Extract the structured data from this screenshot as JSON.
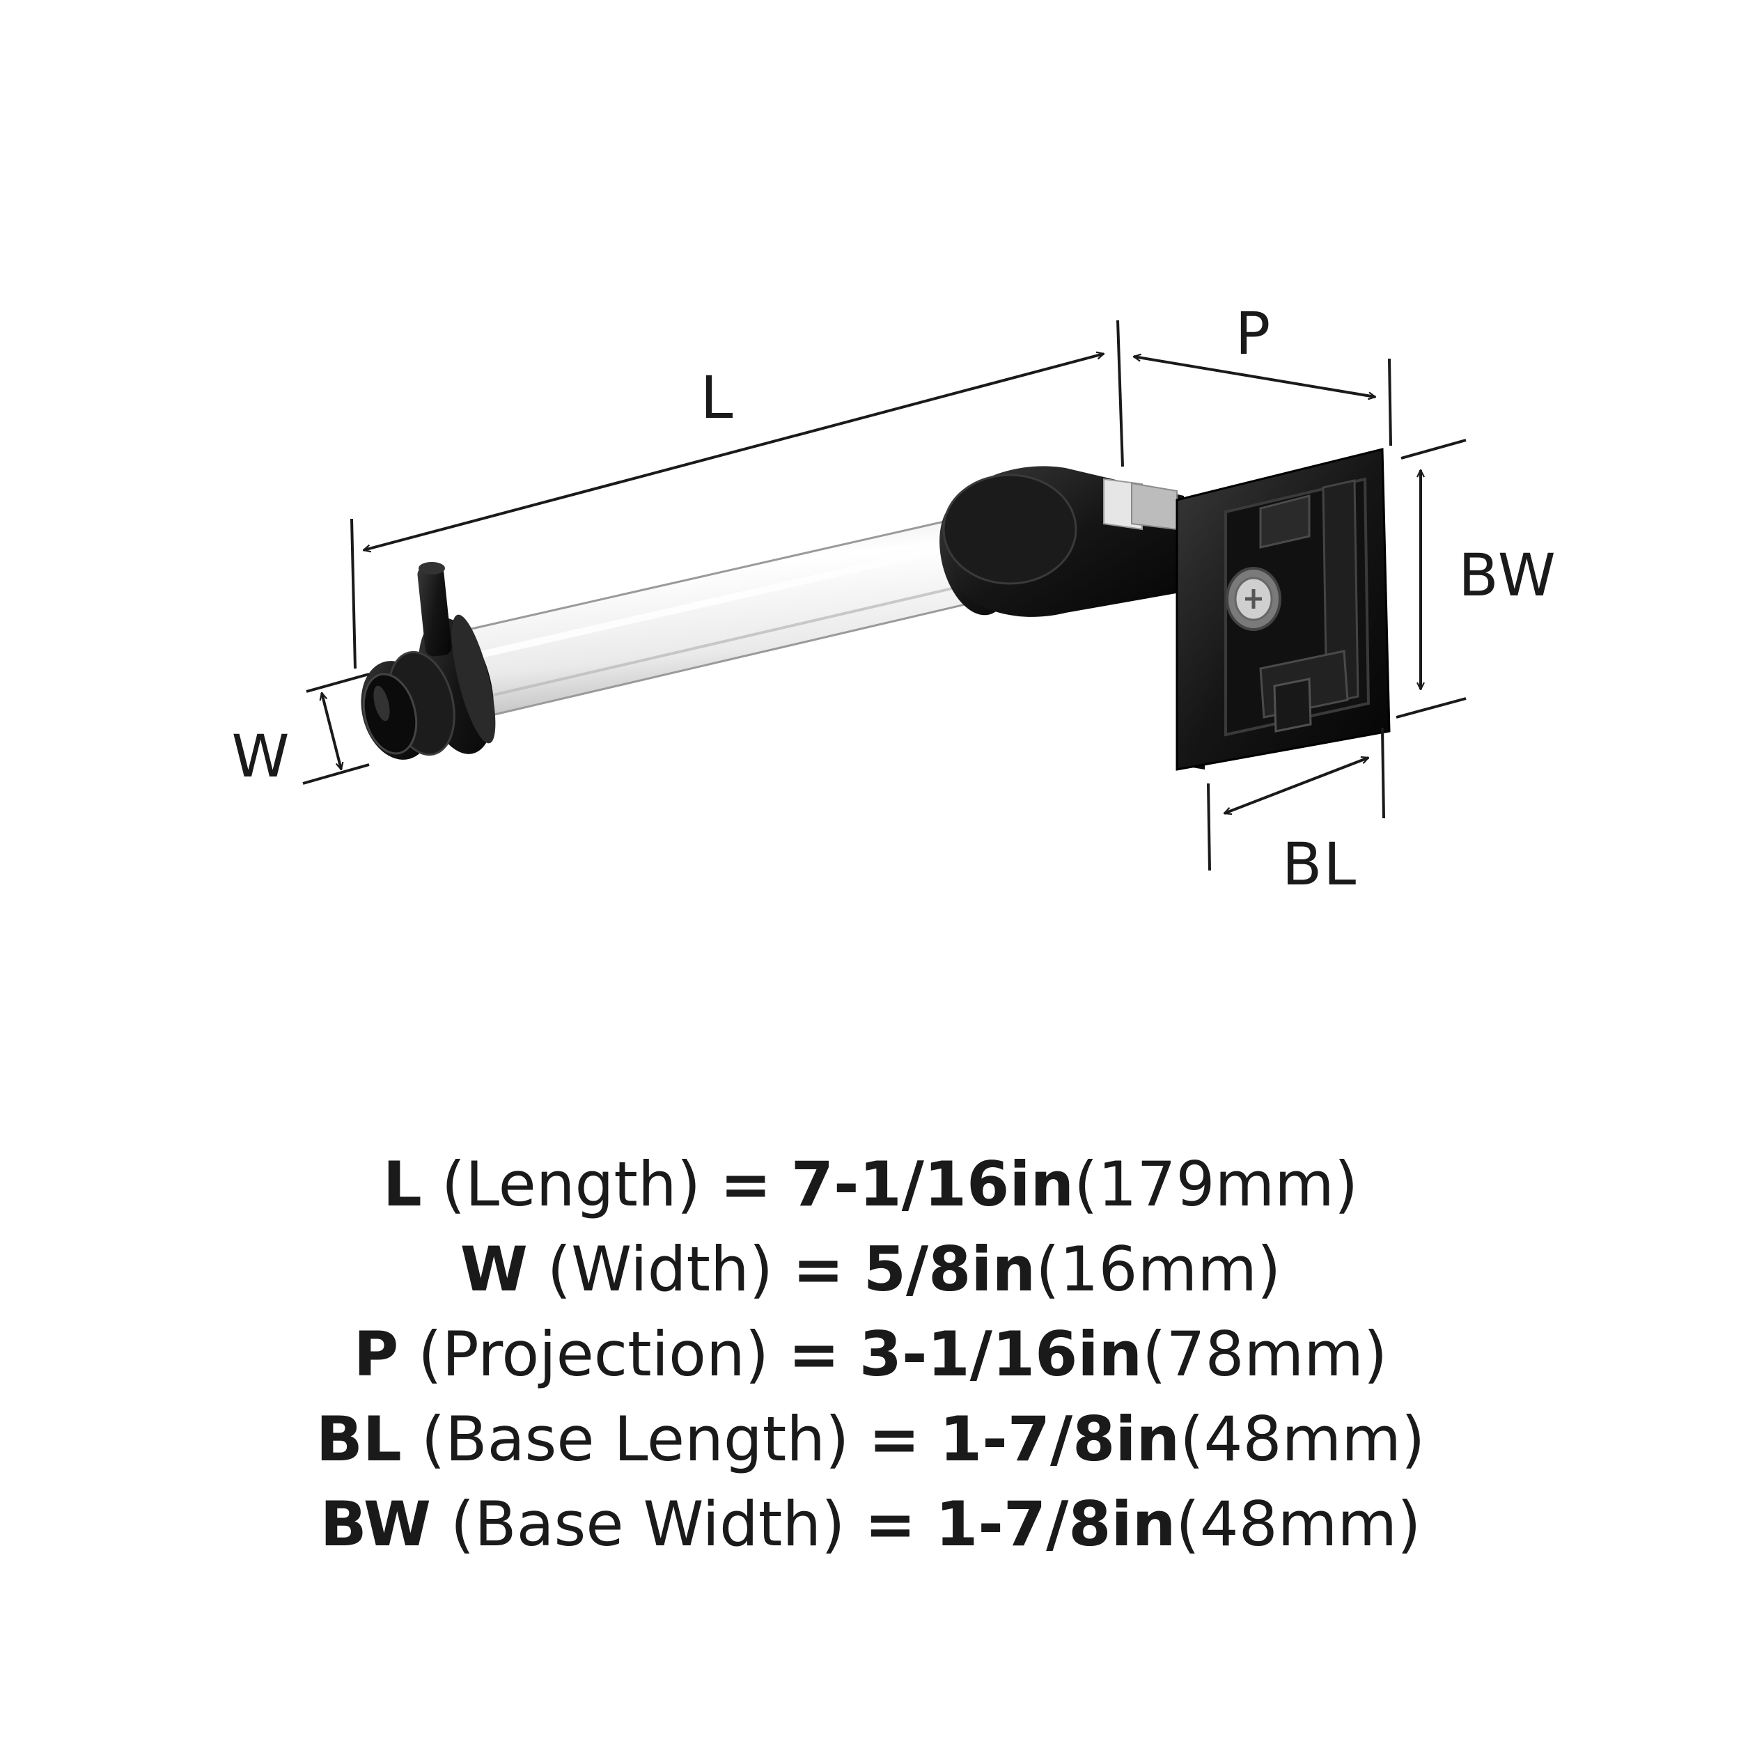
{
  "labels": {
    "L": "L",
    "P": "P",
    "W": "W",
    "BW": "BW",
    "BL": "BL"
  },
  "specs": [
    {
      "code": "L",
      "name": "(Length)",
      "eq": "=",
      "imperial": "7-1/16in",
      "metric": "(179mm)"
    },
    {
      "code": "W",
      "name": "(Width)",
      "eq": "=",
      "imperial": "5/8in",
      "metric": "(16mm)"
    },
    {
      "code": "P",
      "name": "(Projection)",
      "eq": "=",
      "imperial": "3-1/16in",
      "metric": "(78mm)"
    },
    {
      "code": "BL",
      "name": "(Base Length)",
      "eq": "=",
      "imperial": "1-7/8in",
      "metric": "(48mm)"
    },
    {
      "code": "BW",
      "name": "(Base Width)",
      "eq": "=",
      "imperial": "1-7/8in",
      "metric": "(48mm)"
    }
  ],
  "colors": {
    "ink": "#1a1a1a",
    "finish_black": "#151515",
    "bar_clear": "#f2f2f2"
  }
}
